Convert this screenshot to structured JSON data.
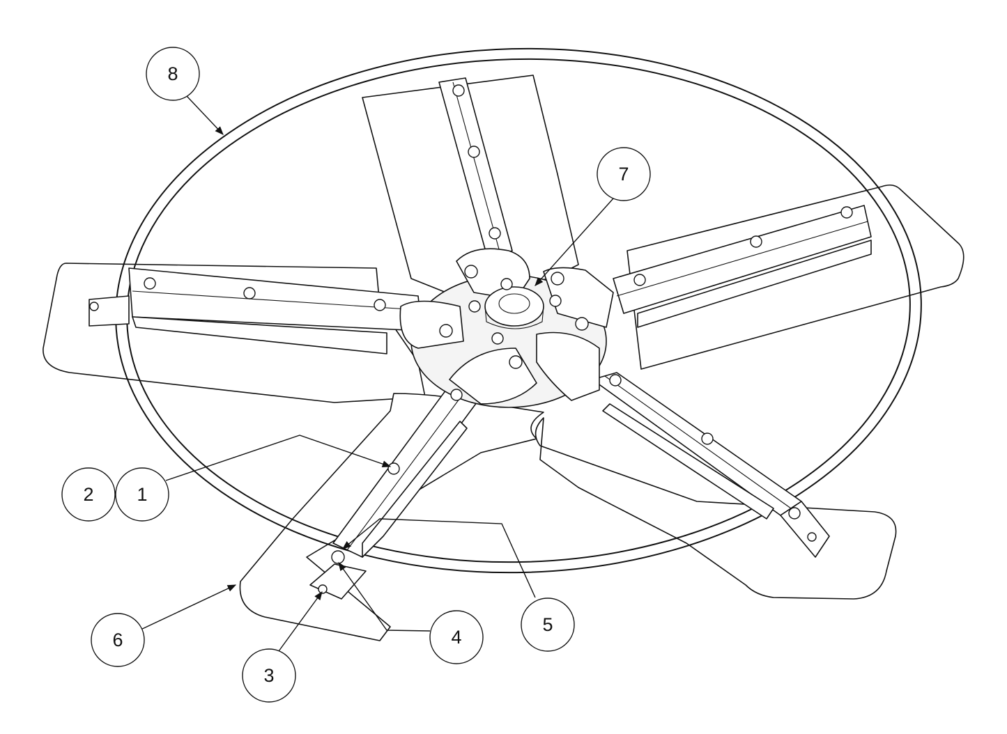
{
  "callouts": [
    {
      "id": "callout-1",
      "label": "1"
    },
    {
      "id": "callout-2",
      "label": "2"
    },
    {
      "id": "callout-3",
      "label": "3"
    },
    {
      "id": "callout-4",
      "label": "4"
    },
    {
      "id": "callout-5",
      "label": "5"
    },
    {
      "id": "callout-6",
      "label": "6"
    },
    {
      "id": "callout-7",
      "label": "7"
    },
    {
      "id": "callout-8",
      "label": "8"
    }
  ]
}
